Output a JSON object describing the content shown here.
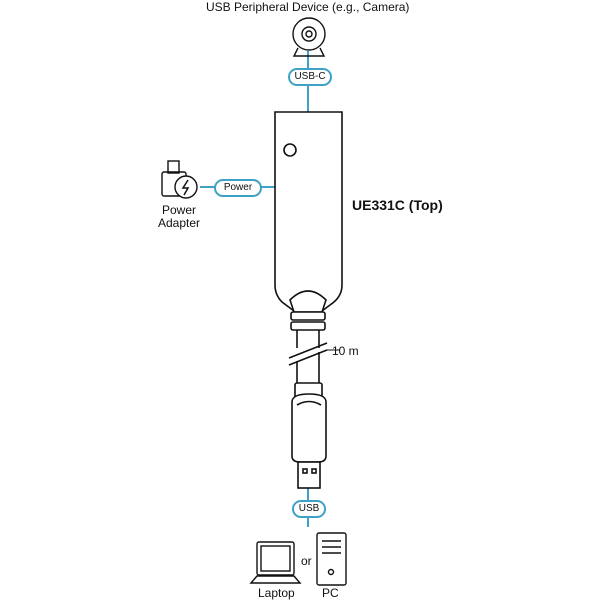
{
  "device_title": "USB Peripheral Device (e.g., Camera)",
  "connector_top_label": "USB-C",
  "power_label": "Power",
  "power_adapter_label_line1": "Power",
  "power_adapter_label_line2": "Adapter",
  "model_label": "UE331C (Top)",
  "cable_length_label": "10 m",
  "connector_bottom_label": "USB",
  "laptop_label": "Laptop",
  "or_label": "or",
  "pc_label": "PC",
  "colors": {
    "accent": "#3ea2c6",
    "stroke": "#111111"
  }
}
